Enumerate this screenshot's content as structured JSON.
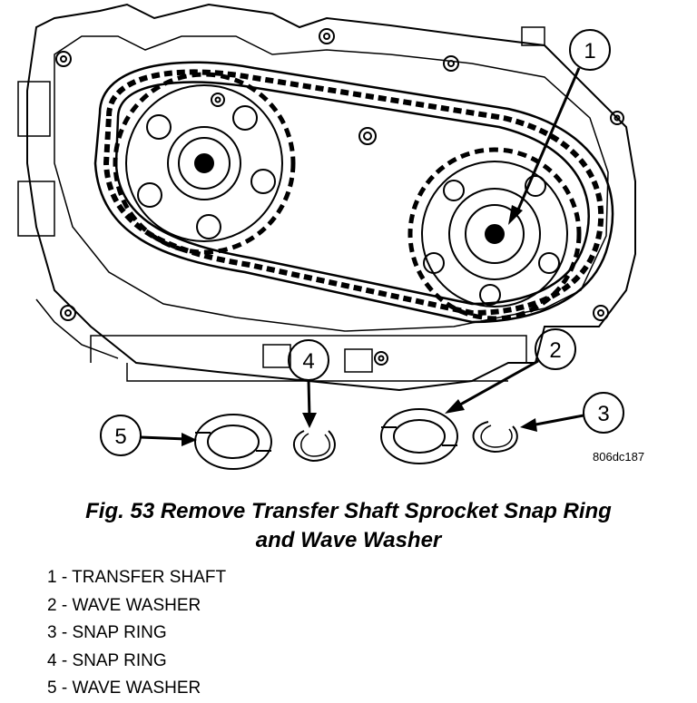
{
  "figure": {
    "code": "806dc187",
    "callouts": [
      "1",
      "2",
      "3",
      "4",
      "5"
    ]
  },
  "caption": {
    "line1": "Fig. 53 Remove Transfer Shaft Sprocket Snap Ring",
    "line2": "and Wave Washer"
  },
  "legend": [
    {
      "num": "1",
      "sep": " - ",
      "label": "TRANSFER SHAFT"
    },
    {
      "num": "2",
      "sep": " - ",
      "label": "WAVE WASHER"
    },
    {
      "num": "3",
      "sep": " - ",
      "label": "SNAP RING"
    },
    {
      "num": "4",
      "sep": " - ",
      "label": "SNAP RING"
    },
    {
      "num": "5",
      "sep": " - ",
      "label": "WAVE WASHER"
    }
  ]
}
